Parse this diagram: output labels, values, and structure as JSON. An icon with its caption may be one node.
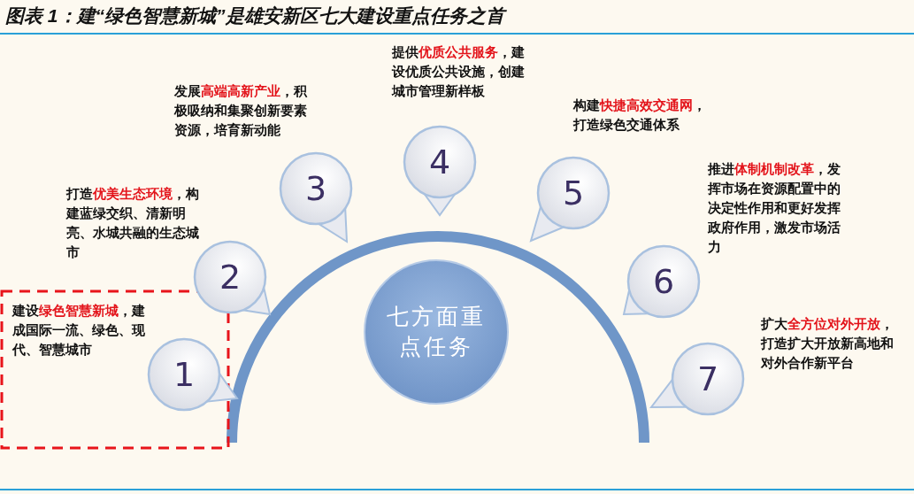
{
  "diagram": {
    "title": "图表 1：建“绿色智慧新城”是雄安新区七大建设重点任务之首",
    "nodes": [
      {
        "text": [
          "七方面重点任务"
        ]
      },
      {
        "text": [
          "1"
        ],
        "beside": [
          "建设**绿色智慧新城**，建成国际一流、绿色、现代、智慧城市"
        ]
      },
      {
        "text": [
          "2"
        ],
        "beside": [
          "打造**优美生态环境**，构建蓝绿交织、清新明亮、水城共融的生态城市"
        ]
      },
      {
        "text": [
          "3"
        ],
        "beside": [
          "发展**高端高新产业**，积极吸纳和集聚创新要素资源，培育新动能"
        ]
      },
      {
        "text": [
          "4"
        ],
        "beside": [
          "提供**优质公共服务**，建设优质公共设施，创建城市管理新样板"
        ]
      },
      {
        "text": [
          "5"
        ],
        "beside": [
          "构建**快捷高效交通网**，打造绿色交通体系"
        ]
      },
      {
        "text": [
          "6"
        ],
        "beside": [
          "推进**体制机制改革**，发挥市场在资源配置中的决定性作用和更好发挥政府作用，激发市场活力"
        ]
      },
      {
        "text": [
          "7"
        ],
        "beside": [
          "扩大**全方位对外开放**，打造扩大开放新高地和对外合作新平台"
        ]
      }
    ]
  }
}
